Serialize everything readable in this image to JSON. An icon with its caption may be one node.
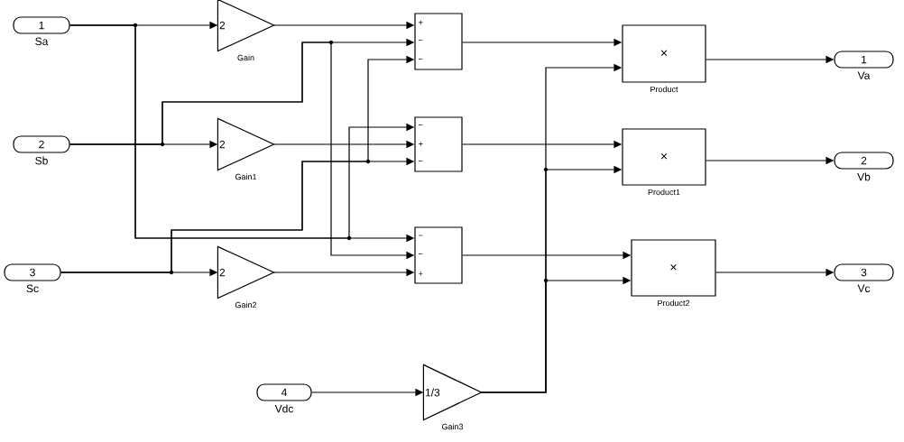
{
  "diagram": {
    "nodes": [
      {
        "text": [
          "1"
        ],
        "beside": [
          "Sa"
        ]
      },
      {
        "text": [
          "2"
        ],
        "beside": [
          "Gain"
        ]
      },
      {
        "text": [
          "+",
          "−",
          "−"
        ]
      },
      {
        "text": [
          "×"
        ],
        "beside": [
          "Product"
        ]
      },
      {
        "text": [
          "1"
        ],
        "beside": [
          "Va"
        ]
      },
      {
        "text": [
          "2"
        ],
        "beside": [
          "Sb"
        ]
      },
      {
        "text": [
          "2"
        ],
        "beside": [
          "Gain1"
        ]
      },
      {
        "text": [
          "−",
          "+",
          "−"
        ]
      },
      {
        "text": [
          "×"
        ],
        "beside": [
          "Product1"
        ]
      },
      {
        "text": [
          "2"
        ],
        "beside": [
          "Vb"
        ]
      },
      {
        "text": [
          "3"
        ],
        "beside": [
          "Sc"
        ]
      },
      {
        "text": [
          "2"
        ],
        "beside": [
          "Gain2"
        ]
      },
      {
        "text": [
          "−",
          "−",
          "+"
        ]
      },
      {
        "text": [
          "×"
        ],
        "beside": [
          "Product2"
        ]
      },
      {
        "text": [
          "3"
        ],
        "beside": [
          "Vc"
        ]
      },
      {
        "text": [
          "4"
        ],
        "beside": [
          "Vdc"
        ]
      },
      {
        "text": [
          "1/3"
        ],
        "beside": [
          "Gain3"
        ]
      }
    ],
    "edges": [
      {
        "from": 0,
        "to": 1,
        "arrow": "to"
      },
      {
        "from": 0,
        "to": 12,
        "arrow": "to"
      },
      {
        "from": 0,
        "to": 7,
        "arrow": "to"
      },
      {
        "from": 5,
        "to": 6,
        "arrow": "to"
      },
      {
        "from": 5,
        "to": 2,
        "arrow": "to"
      },
      {
        "from": 5,
        "to": 12,
        "arrow": "to"
      },
      {
        "from": 10,
        "to": 11,
        "arrow": "to"
      },
      {
        "from": 10,
        "to": 7,
        "arrow": "to"
      },
      {
        "from": 10,
        "to": 2,
        "arrow": "to"
      },
      {
        "from": 1,
        "to": 2,
        "arrow": "to"
      },
      {
        "from": 6,
        "to": 7,
        "arrow": "to"
      },
      {
        "from": 11,
        "to": 12,
        "arrow": "to"
      },
      {
        "from": 2,
        "to": 3,
        "arrow": "to"
      },
      {
        "from": 7,
        "to": 8,
        "arrow": "to"
      },
      {
        "from": 12,
        "to": 13,
        "arrow": "to"
      },
      {
        "from": 16,
        "to": 3,
        "arrow": "to"
      },
      {
        "from": 16,
        "to": 8,
        "arrow": "to"
      },
      {
        "from": 16,
        "to": 13,
        "arrow": "to"
      },
      {
        "from": 3,
        "to": 4,
        "arrow": "to"
      },
      {
        "from": 8,
        "to": 9,
        "arrow": "to"
      },
      {
        "from": 13,
        "to": 14,
        "arrow": "to"
      },
      {
        "from": 15,
        "to": 16,
        "arrow": "to"
      }
    ]
  }
}
